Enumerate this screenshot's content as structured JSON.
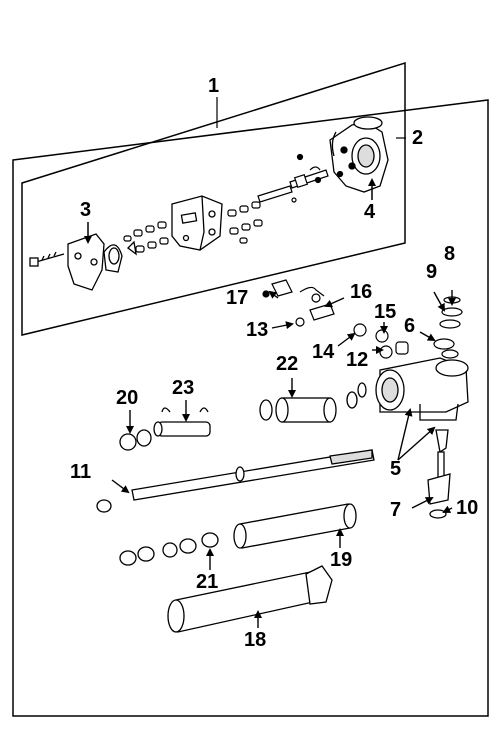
{
  "callouts": [
    "1",
    "2",
    "3",
    "4",
    "5",
    "6",
    "7",
    "8",
    "9",
    "10",
    "11",
    "12",
    "13",
    "14",
    "15",
    "16",
    "17",
    "18",
    "19",
    "20",
    "21",
    "22",
    "23"
  ],
  "colors": {
    "line": "#000000",
    "paper": "#ffffff"
  }
}
